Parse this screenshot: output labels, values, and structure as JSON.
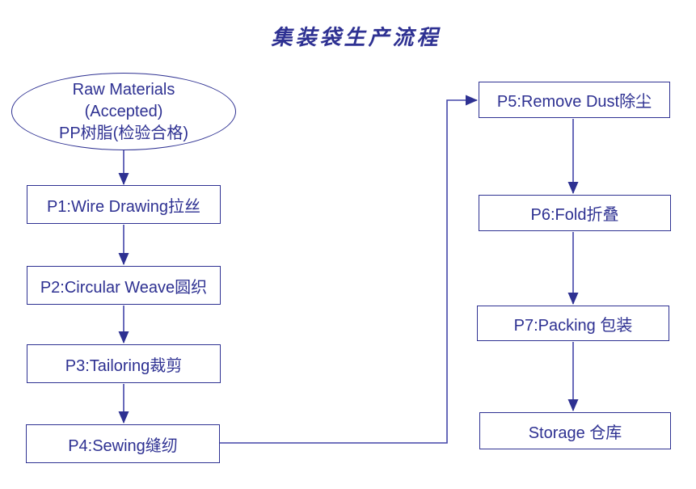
{
  "title": "集装袋生产流程",
  "colors": {
    "ink": "#2E3192",
    "line": "#4245A8",
    "background": "#FFFFFF"
  },
  "start_node": {
    "line1": "Raw Materials",
    "line2": "(Accepted)",
    "line3": "PP树脂(检验合格)"
  },
  "left_column": {
    "p1": "P1:Wire Drawing拉丝",
    "p2": "P2:Circular Weave圆织",
    "p3": "P3:Tailoring裁剪",
    "p4": "P4:Sewing缝纫"
  },
  "right_column": {
    "p5": "P5:Remove Dust除尘",
    "p6": "P6:Fold折叠",
    "p7": "P7:Packing  包装",
    "storage": "Storage  仓库"
  }
}
